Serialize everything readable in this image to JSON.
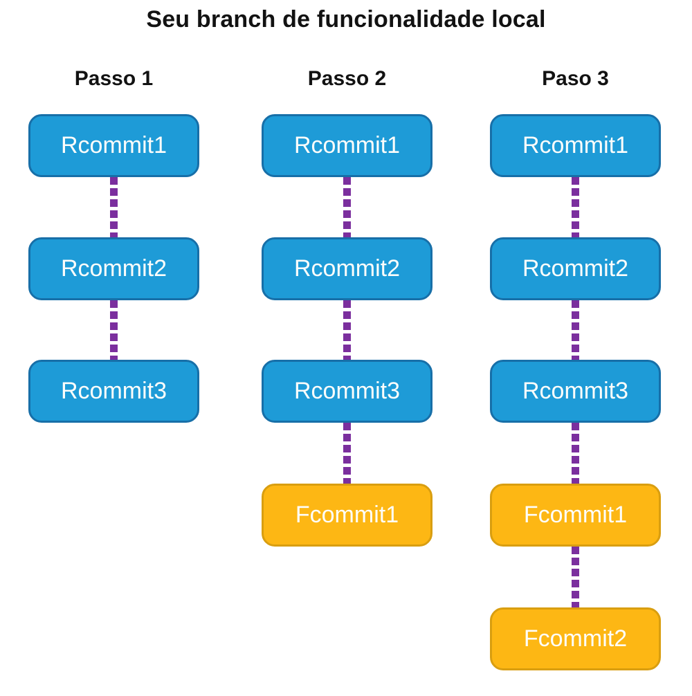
{
  "title": "Seu branch de funcionalidade local",
  "colors": {
    "commit_blue": "#1E9BD7",
    "commit_blue_border": "#176FA8",
    "feature_yellow": "#FDB714",
    "feature_yellow_border": "#D99E10",
    "connector_purple": "#7B2F9E",
    "heading_text": "#121212",
    "box_text": "#FDFDFB",
    "background": "#FFFFFF"
  },
  "columns": [
    {
      "header": "Passo 1",
      "boxes": [
        {
          "label": "Rcommit1",
          "type": "remote-commit"
        },
        {
          "label": "Rcommit2",
          "type": "remote-commit"
        },
        {
          "label": "Rcommit3",
          "type": "remote-commit"
        }
      ]
    },
    {
      "header": "Passo 2",
      "boxes": [
        {
          "label": "Rcommit1",
          "type": "remote-commit"
        },
        {
          "label": "Rcommit2",
          "type": "remote-commit"
        },
        {
          "label": "Rcommit3",
          "type": "remote-commit"
        },
        {
          "label": "Fcommit1",
          "type": "feature-commit"
        }
      ]
    },
    {
      "header": "Paso 3",
      "boxes": [
        {
          "label": "Rcommit1",
          "type": "remote-commit"
        },
        {
          "label": "Rcommit2",
          "type": "remote-commit"
        },
        {
          "label": "Rcommit3",
          "type": "remote-commit"
        },
        {
          "label": "Fcommit1",
          "type": "feature-commit"
        },
        {
          "label": "Fcommit2",
          "type": "feature-commit"
        }
      ]
    }
  ]
}
